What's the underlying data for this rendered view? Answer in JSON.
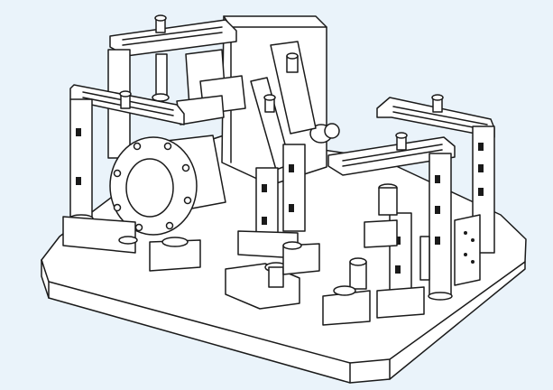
{
  "drawing": {
    "background_color": "#eaf3fa",
    "line_color": "#1a1a1a",
    "fill_color": "#ffffff",
    "style": "isometric line drawing"
  },
  "parts": {
    "base_plate": "base-plate",
    "clamp_arms": 4,
    "round_pipe_flange_bolt_holes": 8
  }
}
